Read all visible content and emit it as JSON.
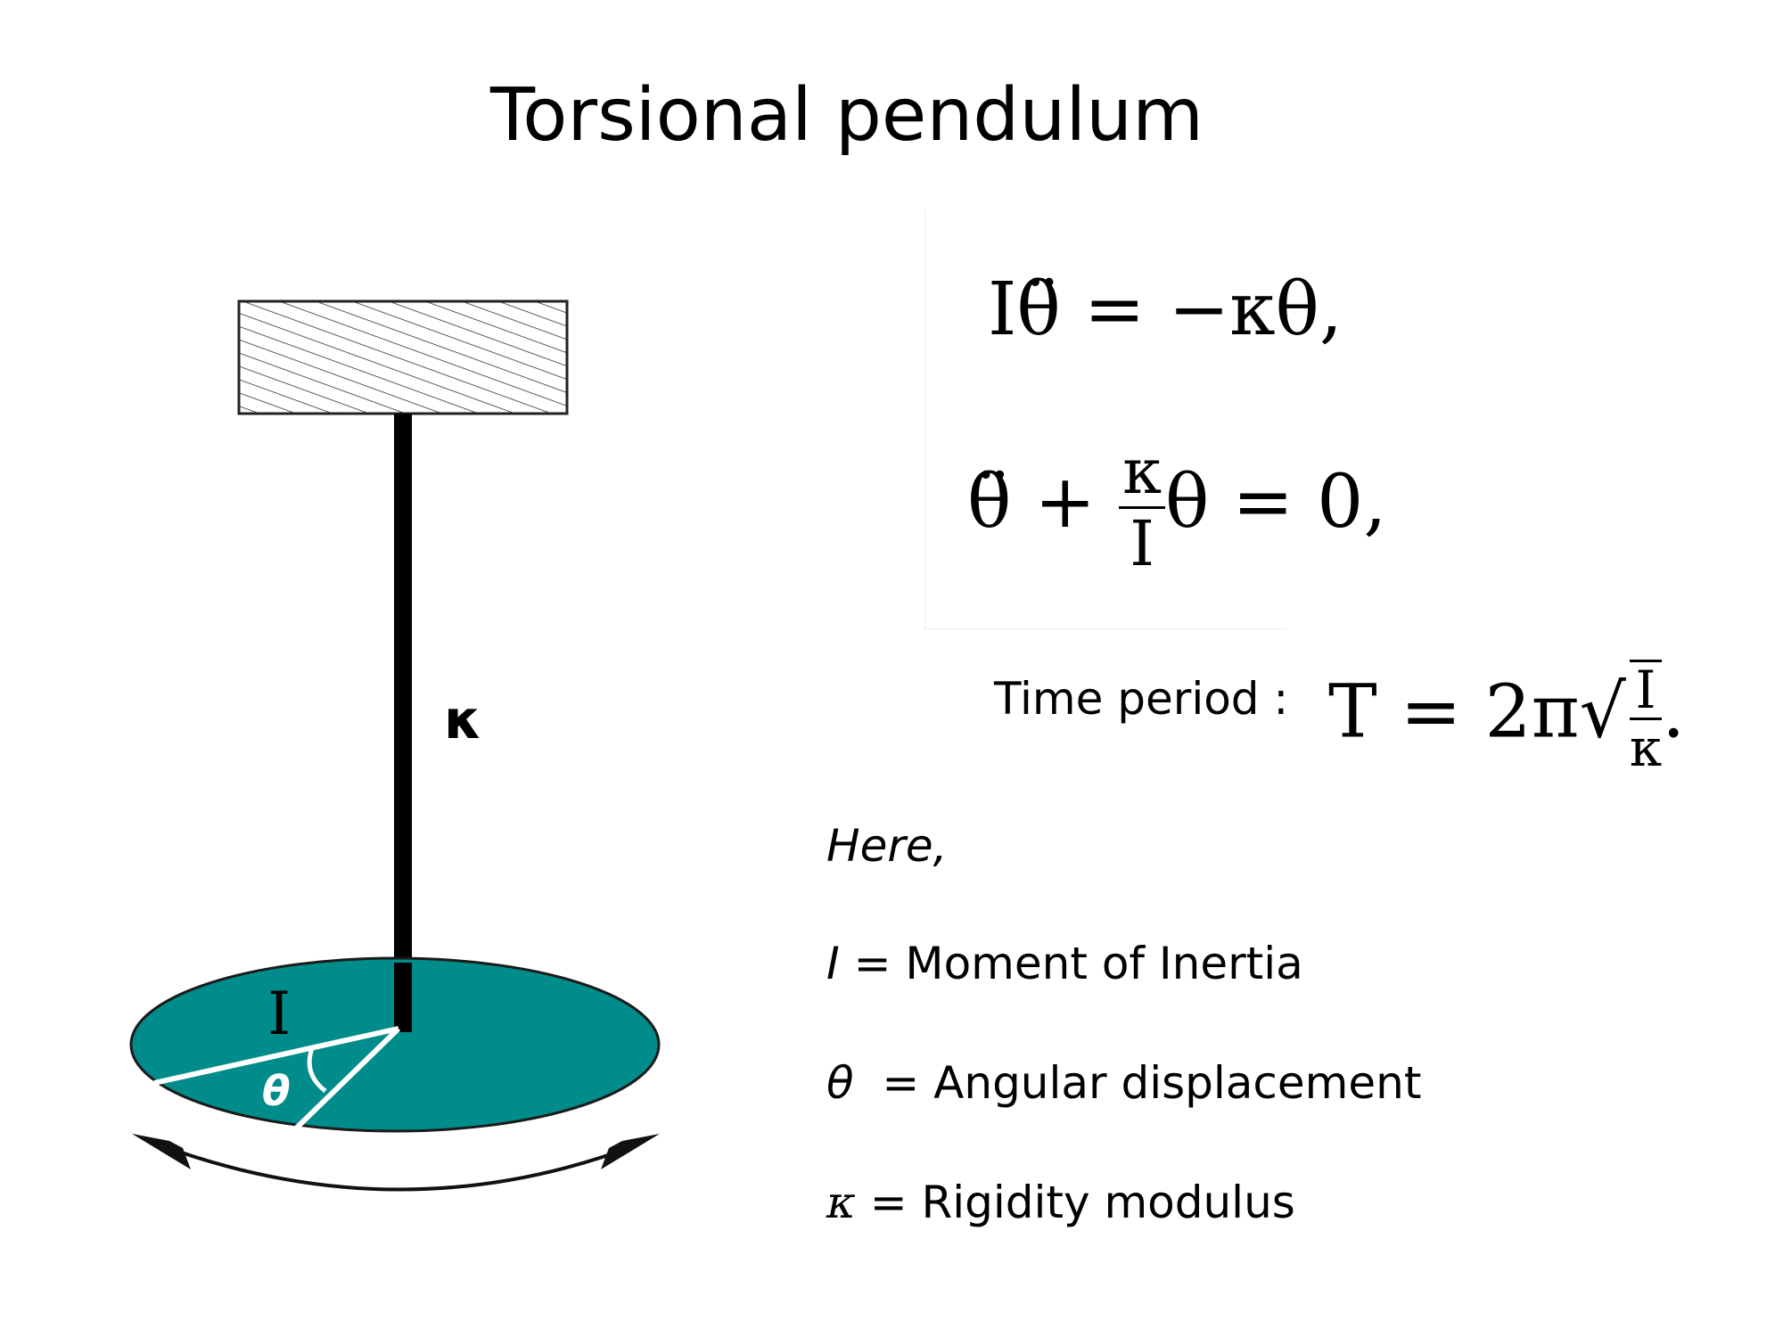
{
  "title": "Torsional pendulum",
  "diagram": {
    "wire_label": "κ",
    "disk_label": "I",
    "angle_label": "θ",
    "disk_color": "#008C8A"
  },
  "equations": {
    "eq1": "Iθ̈ = −κθ,",
    "eq2_left": "θ̈ + ",
    "eq2_num": "κ",
    "eq2_den": "I",
    "eq2_right": "θ = 0,",
    "period_label": "Time period :",
    "eq3_left": "T = 2π√",
    "eq3_num": "I",
    "eq3_den": "κ",
    "eq3_end": "."
  },
  "legend": {
    "here": "Here,",
    "I_symbol": "I",
    "I_text": " = Moment of Inertia",
    "theta_symbol": "θ",
    "theta_text": "  = Angular displacement",
    "kappa_symbol": "κ",
    "kappa_text": " = Rigidity modulus"
  }
}
